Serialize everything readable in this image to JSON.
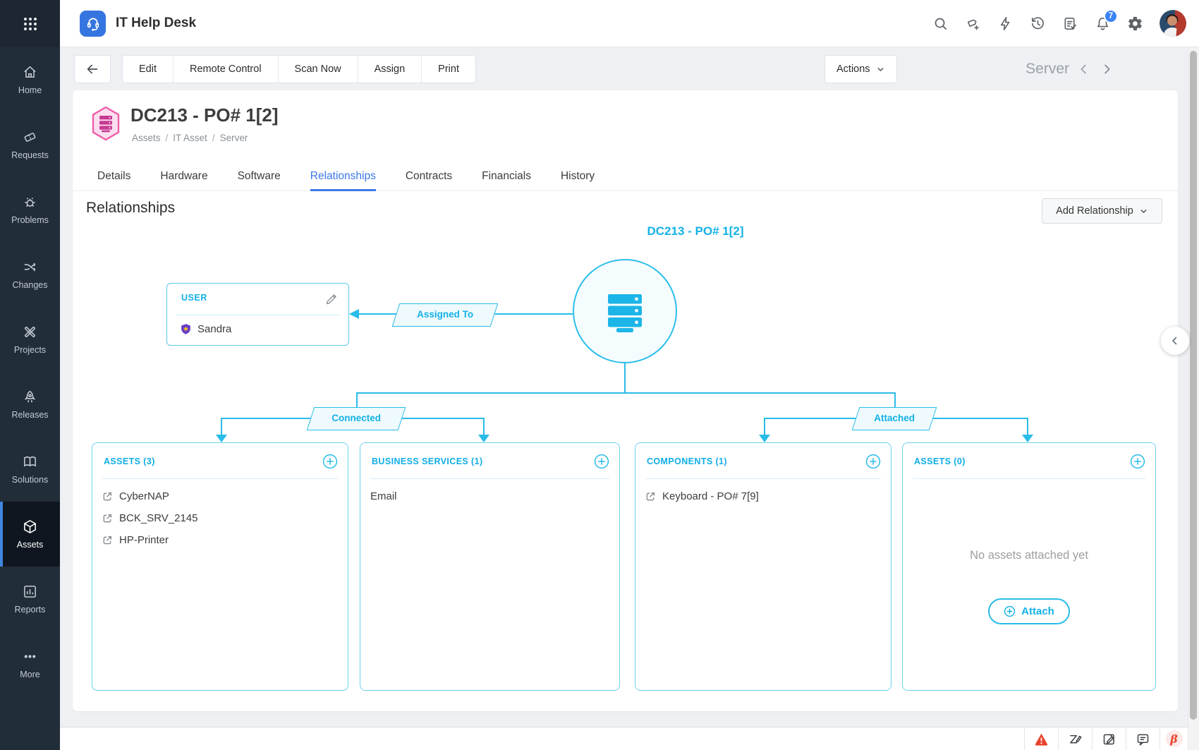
{
  "header": {
    "app_title": "IT Help Desk",
    "notification_count": "7"
  },
  "sidebar": {
    "items": [
      {
        "label": "Home"
      },
      {
        "label": "Requests"
      },
      {
        "label": "Problems"
      },
      {
        "label": "Changes"
      },
      {
        "label": "Projects"
      },
      {
        "label": "Releases"
      },
      {
        "label": "Solutions"
      },
      {
        "label": "Assets"
      },
      {
        "label": "Reports"
      },
      {
        "label": "More"
      }
    ],
    "active_item": "Assets"
  },
  "toolbar": {
    "buttons": [
      "Edit",
      "Remote Control",
      "Scan Now",
      "Assign",
      "Print"
    ],
    "actions_label": "Actions",
    "context_type": "Server"
  },
  "asset": {
    "title": "DC213 - PO# 1[2]",
    "breadcrumb": [
      "Assets",
      "IT Asset",
      "Server"
    ],
    "sep": "/"
  },
  "tabs": {
    "items": [
      "Details",
      "Hardware",
      "Software",
      "Relationships",
      "Contracts",
      "Financials",
      "History"
    ],
    "active": "Relationships"
  },
  "relationships": {
    "heading": "Relationships",
    "add_button_label": "Add Relationship",
    "center_node": {
      "title": "DC213 - PO# 1[2]"
    },
    "user_box": {
      "title": "USER",
      "user_name": "Sandra"
    },
    "edge_labels": {
      "assigned_to": "Assigned To",
      "connected": "Connected",
      "attached": "Attached"
    },
    "panels": [
      {
        "title": "ASSETS (3)",
        "items": [
          "CyberNAP",
          "BCK_SRV_2145",
          "HP-Printer"
        ]
      },
      {
        "title": "BUSINESS SERVICES (1)",
        "items": [
          "Email"
        ]
      },
      {
        "title": "COMPONENTS (1)",
        "items": [
          "Keyboard - PO# 7[9]"
        ]
      },
      {
        "title": "ASSETS (0)",
        "items": [],
        "empty_text": "No assets attached yet",
        "attach_button_label": "Attach"
      }
    ]
  },
  "statusbar": {
    "beta_label": "β"
  },
  "colors": {
    "accent_cyan": "#14b1e7",
    "line_cyan": "#29bce8",
    "active_tab_blue": "#3b78e8",
    "sidebar_bg": "#222d3a",
    "asset_pink": "#ee5fa8",
    "danger_red": "#e8432d",
    "badge_blue": "#3b82f6"
  }
}
